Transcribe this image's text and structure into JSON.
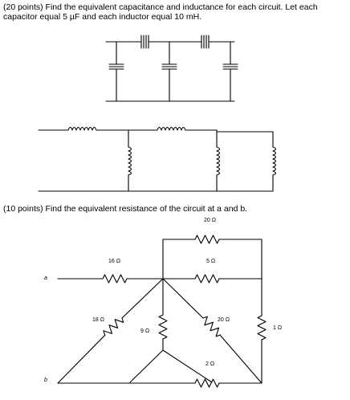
{
  "problem1": {
    "line1": "(20 points) Find the equivalent capacitance and inductance for each circuit.  Let each",
    "line2": "capacitor equal 5 µF and each inductor equal 10 mH."
  },
  "problem2": {
    "line1": "(10 points) Find the equivalent resistance of the circuit at a and b.",
    "labels": {
      "r_top": "20 Ω",
      "r_16": "16 Ω",
      "r_5": "5 Ω",
      "r_18": "18 Ω",
      "r_9": "9 Ω",
      "r_20": "20 Ω",
      "r_1": "1 Ω",
      "r_2": "2 Ω",
      "node_a": "a",
      "node_b": "b"
    }
  }
}
